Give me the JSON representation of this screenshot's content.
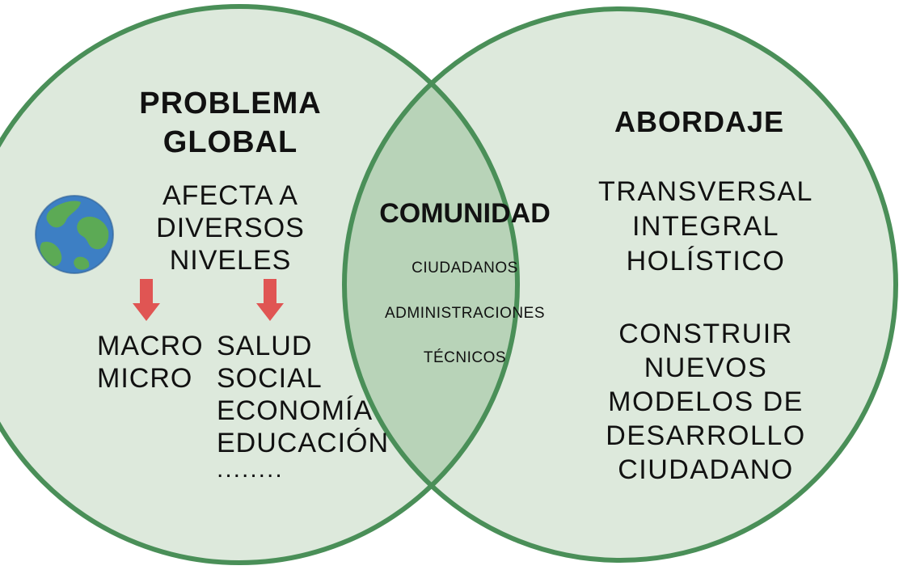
{
  "colors": {
    "circle_fill": "#dde9dc",
    "circle_stroke": "#4a8f58",
    "overlap_fill": "#b8d3b8",
    "arrow_fill": "#e05553",
    "globe_ocean": "#3d7fc4",
    "globe_land": "#5caa55"
  },
  "left": {
    "title": [
      "PROBLEMA",
      "GLOBAL"
    ],
    "description": [
      "AFECTA A",
      "DIVERSOS",
      "NIVELES"
    ],
    "globe_icon": "earth-globe-icon",
    "arrow_icon": "arrow-down-icon",
    "scales": [
      "MACRO",
      "MICRO"
    ],
    "areas": [
      "SALUD",
      "SOCIAL",
      "ECONOMÍA",
      "EDUCACIÓN"
    ],
    "ellipsis": "........"
  },
  "center": {
    "title": "COMUNIDAD",
    "members": [
      "CIUDADANOS",
      "ADMINISTRACIONES",
      "TÉCNICOS"
    ]
  },
  "right": {
    "title": "ABORDAJE",
    "traits": [
      "TRANSVERSAL",
      "INTEGRAL",
      "HOLÍSTICO"
    ],
    "goal": [
      "CONSTRUIR",
      "NUEVOS",
      "MODELOS DE",
      "DESARROLLO",
      "CIUDADANO"
    ]
  }
}
